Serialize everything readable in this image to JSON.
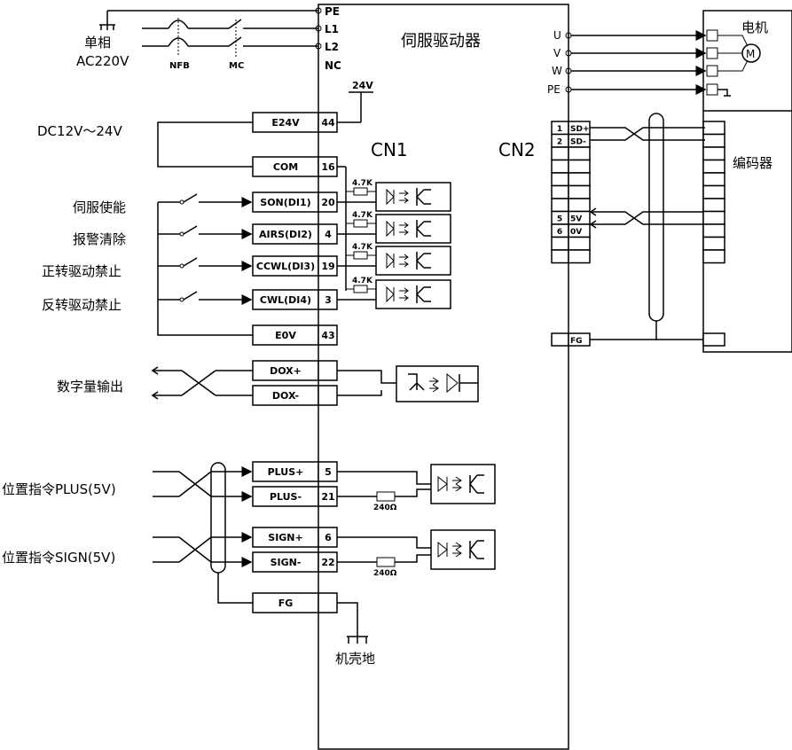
{
  "drive": {
    "title": "伺服驱动器",
    "cn1": "CN1",
    "cn2": "CN2"
  },
  "power": {
    "phase_label": "单相",
    "voltage_label": "AC220V",
    "nfb": "NFB",
    "mc": "MC",
    "pins": [
      "PE",
      "L1",
      "L2",
      "NC"
    ],
    "v24": "24V"
  },
  "dc_supply": "DC12V～24V",
  "cn1_rows": [
    {
      "name": "E24V",
      "pin": "44"
    },
    {
      "name": "COM",
      "pin": "16"
    },
    {
      "name": "SON(DI1)",
      "pin": "20",
      "label": "伺服使能"
    },
    {
      "name": "AIRS(DI2)",
      "pin": "4",
      "label": "报警清除"
    },
    {
      "name": "CCWL(DI3)",
      "pin": "19",
      "label": "正转驱动禁止"
    },
    {
      "name": "CWL(DI4)",
      "pin": "3",
      "label": "反转驱动禁止"
    },
    {
      "name": "E0V",
      "pin": "43"
    },
    {
      "name": "DOX+",
      "pin": ""
    },
    {
      "name": "DOX-",
      "pin": ""
    },
    {
      "name": "PLUS+",
      "pin": "5"
    },
    {
      "name": "PLUS-",
      "pin": "21"
    },
    {
      "name": "SIGN+",
      "pin": "6"
    },
    {
      "name": "SIGN-",
      "pin": "22"
    },
    {
      "name": "FG",
      "pin": ""
    }
  ],
  "resistor_47k": "4.7K",
  "resistor_240": "240Ω",
  "digital_out_label": "数字量输出",
  "plus_label": "位置指令PLUS(5V)",
  "sign_label": "位置指令SIGN(5V)",
  "chassis_ground": "机壳地",
  "motor": {
    "label": "电机",
    "symbol": "M",
    "pins": [
      "U",
      "V",
      "W",
      "PE"
    ]
  },
  "encoder": {
    "label": "编码器",
    "rows": [
      {
        "pin": "1",
        "name": "SD+"
      },
      {
        "pin": "2",
        "name": "SD-"
      },
      {
        "pin": "5",
        "name": "5V"
      },
      {
        "pin": "6",
        "name": "0V"
      }
    ],
    "fg": "FG"
  }
}
